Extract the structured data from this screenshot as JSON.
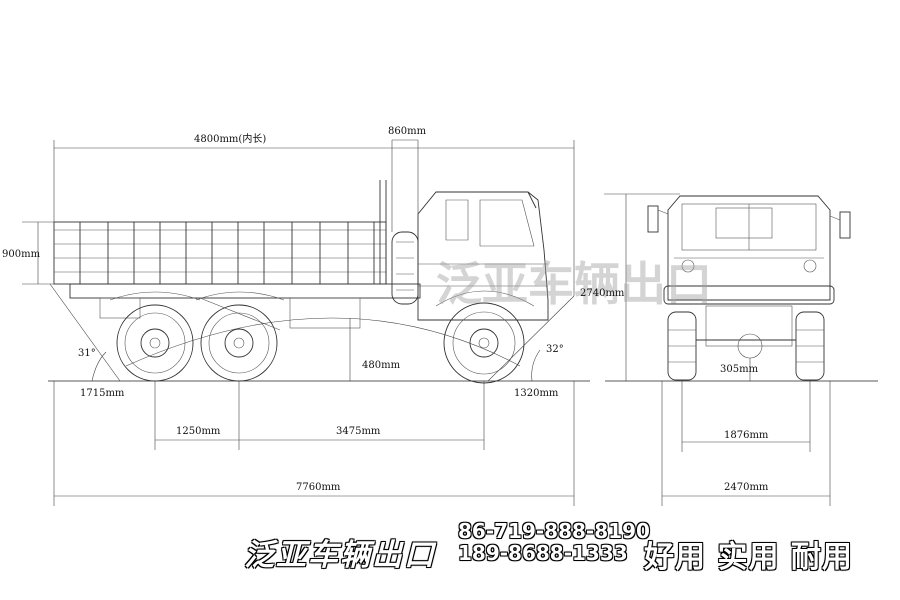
{
  "dimensions": {
    "cargo_inner_length": "4800mm(内长)",
    "cab_gap": "860mm",
    "sidewall_height": "900mm",
    "overall_height": "2740mm",
    "approach_angle": "31°",
    "departure_angle": "32°",
    "ground_clearance_center": "480mm",
    "rear_overhang": "1715mm",
    "front_overhang": "1320mm",
    "rear_axle_spacing": "1250mm",
    "wheelbase": "3475mm",
    "overall_length": "7760mm",
    "axle_clearance": "305mm",
    "track_width": "1876mm",
    "overall_width": "2470mm"
  },
  "watermark": "泛亚车辆出口",
  "footer": {
    "brand": "泛亚车辆出口",
    "phone_1": "86-719-888-8190",
    "phone_2": "189-8688-1333",
    "slogan": "好用 实用 耐用"
  }
}
